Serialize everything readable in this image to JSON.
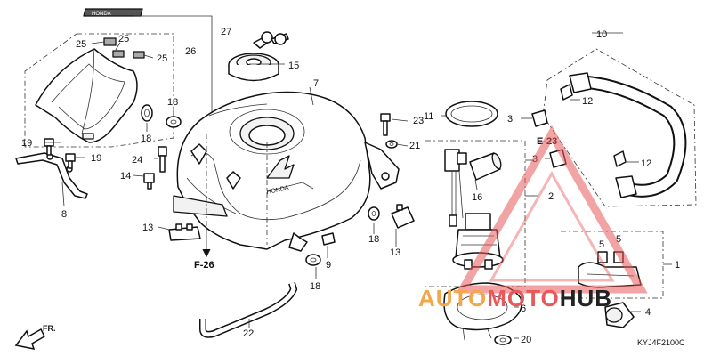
{
  "diagram": {
    "code": "KYJ4F2100C",
    "direction_label": "FR.",
    "tank_emblem": "HONDA",
    "refs": {
      "e23": "E-23",
      "f26": "F-26"
    },
    "callouts": {
      "c1": "1",
      "c2": "2",
      "c3a": "3",
      "c3b": "3",
      "c4": "4",
      "c5a": "5",
      "c5b": "5",
      "c6": "6",
      "c7": "7",
      "c8": "8",
      "c9": "9",
      "c10": "10",
      "c11": "11",
      "c12a": "12",
      "c12b": "12",
      "c13a": "13",
      "c13b": "13",
      "c14": "14",
      "c15": "15",
      "c16": "16",
      "c18a": "18",
      "c18b": "18",
      "c18c": "18",
      "c18d": "18",
      "c19a": "19",
      "c19b": "19",
      "c20": "20",
      "c21": "21",
      "c22": "22",
      "c23": "23",
      "c24": "24",
      "c25a": "25",
      "c25b": "25",
      "c25c": "25",
      "c26": "26",
      "c27": "27"
    }
  },
  "watermark": {
    "part1": "AUTO",
    "part2": "MOTO",
    "part3": "HUB",
    "colors": {
      "auto": "#f4a64a",
      "moto": "#e8585a",
      "hub": "#222222"
    }
  }
}
